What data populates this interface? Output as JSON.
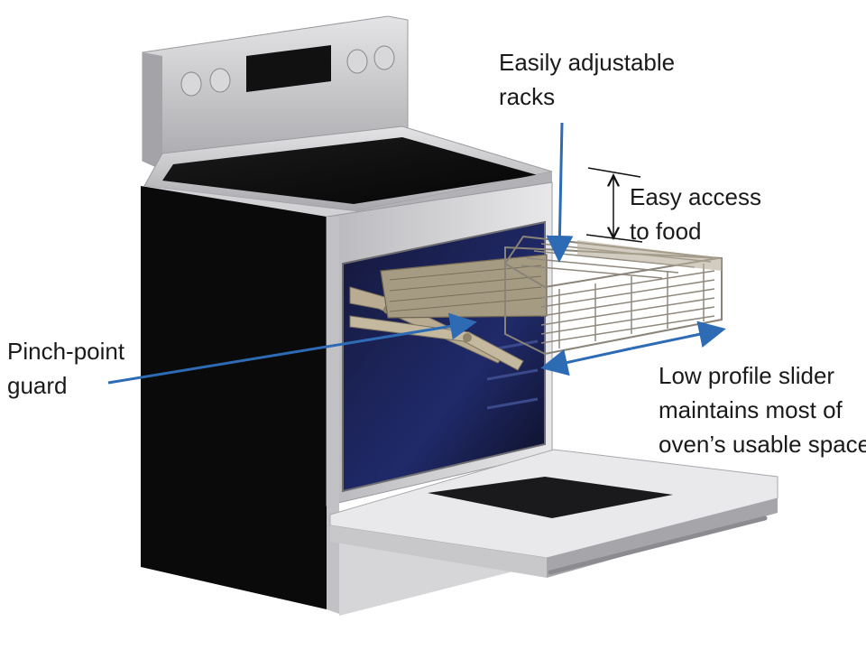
{
  "labels": {
    "racks": {
      "line1": "Easily adjustable",
      "line2": "racks"
    },
    "access": {
      "line1": "Easy access",
      "line2": "to food"
    },
    "pinch": {
      "line1": "Pinch-point",
      "line2": "guard"
    },
    "slider": {
      "line1": "Low profile slider",
      "line2": "maintains most of",
      "line3": "oven’s usable space"
    }
  },
  "colors": {
    "arrow_blue": "#2e6bb5",
    "oven_body": "#0a0a0a",
    "stainless": "#c9c9cc",
    "rack_metal": "#8a8378",
    "text": "#1a1a1a"
  }
}
